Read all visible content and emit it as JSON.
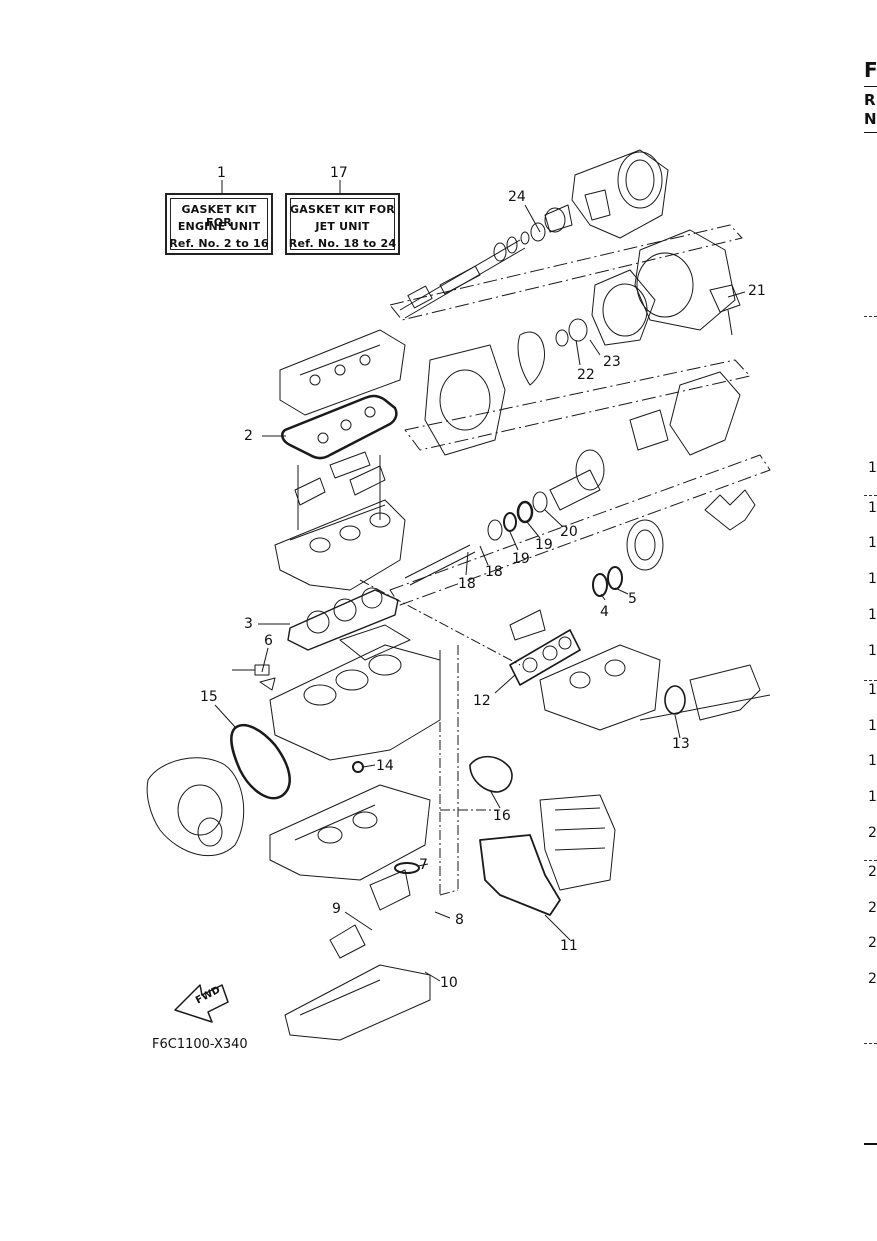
{
  "gasket_kits": [
    {
      "ref": "1",
      "lines": [
        "GASKET KIT FOR",
        "ENGINE UNIT",
        "Ref. No. 2 to 16"
      ]
    },
    {
      "ref": "17",
      "lines": [
        "GASKET KIT FOR",
        "JET UNIT",
        "Ref. No. 18 to 24"
      ]
    }
  ],
  "callouts": [
    "1",
    "17",
    "24",
    "21",
    "22",
    "23",
    "2",
    "20",
    "19",
    "19",
    "18",
    "18",
    "4",
    "5",
    "3",
    "6",
    "12",
    "13",
    "15",
    "14",
    "16",
    "7",
    "9",
    "8",
    "11",
    "10"
  ],
  "fwd_label": "FWD",
  "drawing_code": "F6C1100-X340",
  "right_edge": {
    "header_letters": [
      "F",
      "R",
      "N"
    ],
    "row_numbers": [
      "1",
      "1",
      "1",
      "1",
      "1",
      "1",
      "1",
      "1",
      "1",
      "1",
      "2",
      "2",
      "2",
      "2",
      "2"
    ]
  },
  "colors": {
    "line": "#1a1a1a",
    "background": "#ffffff"
  }
}
